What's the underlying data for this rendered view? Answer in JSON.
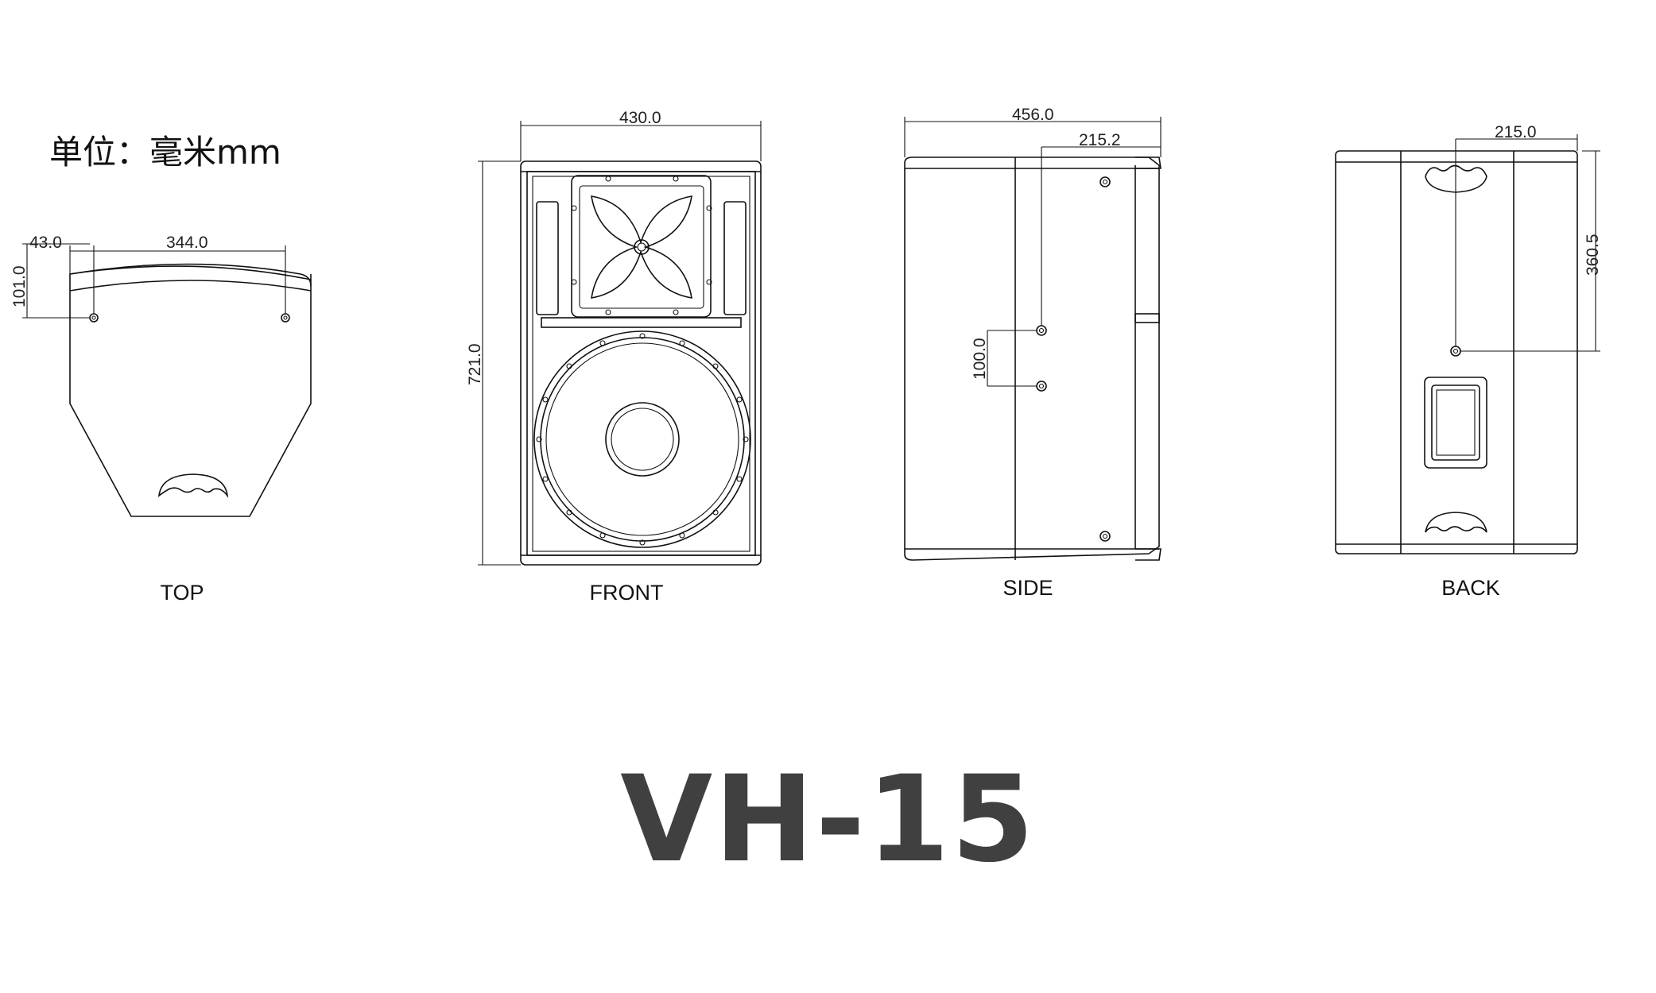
{
  "units_label": "单位：毫米mm",
  "model": "VH-15",
  "views": {
    "top": {
      "label": "TOP",
      "dim_left": "43.0",
      "dim_width": "344.0",
      "dim_depth": "101.0"
    },
    "front": {
      "label": "FRONT",
      "dim_width": "430.0",
      "dim_height": "721.0"
    },
    "side": {
      "label": "SIDE",
      "dim_depth": "456.0",
      "dim_offset": "215.2",
      "dim_spacing": "100.0"
    },
    "back": {
      "label": "BACK",
      "dim_offset": "215.0",
      "dim_height": "360.5"
    }
  }
}
